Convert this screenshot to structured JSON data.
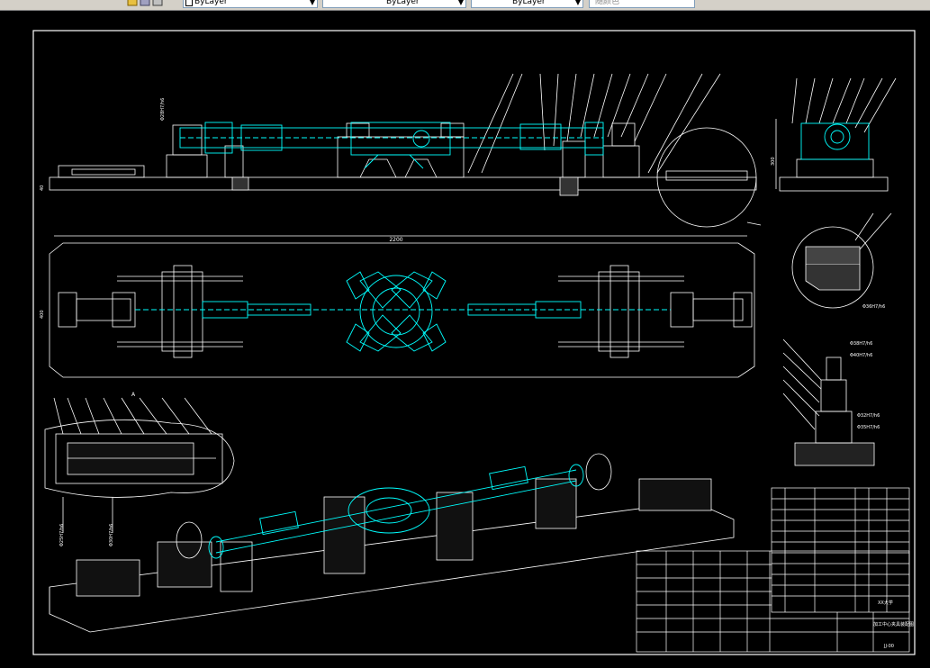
{
  "toolbar": {
    "layer_dropdown": "ByLayer",
    "linetype_dropdown": "ByLayer",
    "lineweight_dropdown": "ByLayer",
    "plotstyle_dropdown": "随颜色"
  },
  "drawing": {
    "dim_overall": "2200",
    "dim_height_front": "40",
    "dim_height_top": "400",
    "dim_side_height": "300",
    "fit_1": "Φ28H7/h6",
    "fit_2": "Φ36H7/h6",
    "fit_3": "Φ38H7/h6",
    "fit_4": "Φ40H7/h6",
    "fit_5": "Φ32H7/h6",
    "fit_6": "Φ35H7/h6",
    "fit_7": "Φ25H7/h6",
    "fit_8": "Φ30H7/h6",
    "section_mark": "A"
  },
  "title_block": {
    "school": "XX大学",
    "drawing_name": "加工中心夹具装配图",
    "drawing_no": "JJ-00"
  },
  "colors": {
    "background": "#000000",
    "outline": "#ffffff",
    "part_cyan": "#00ffff",
    "toolbar": "#d4d0c8"
  }
}
